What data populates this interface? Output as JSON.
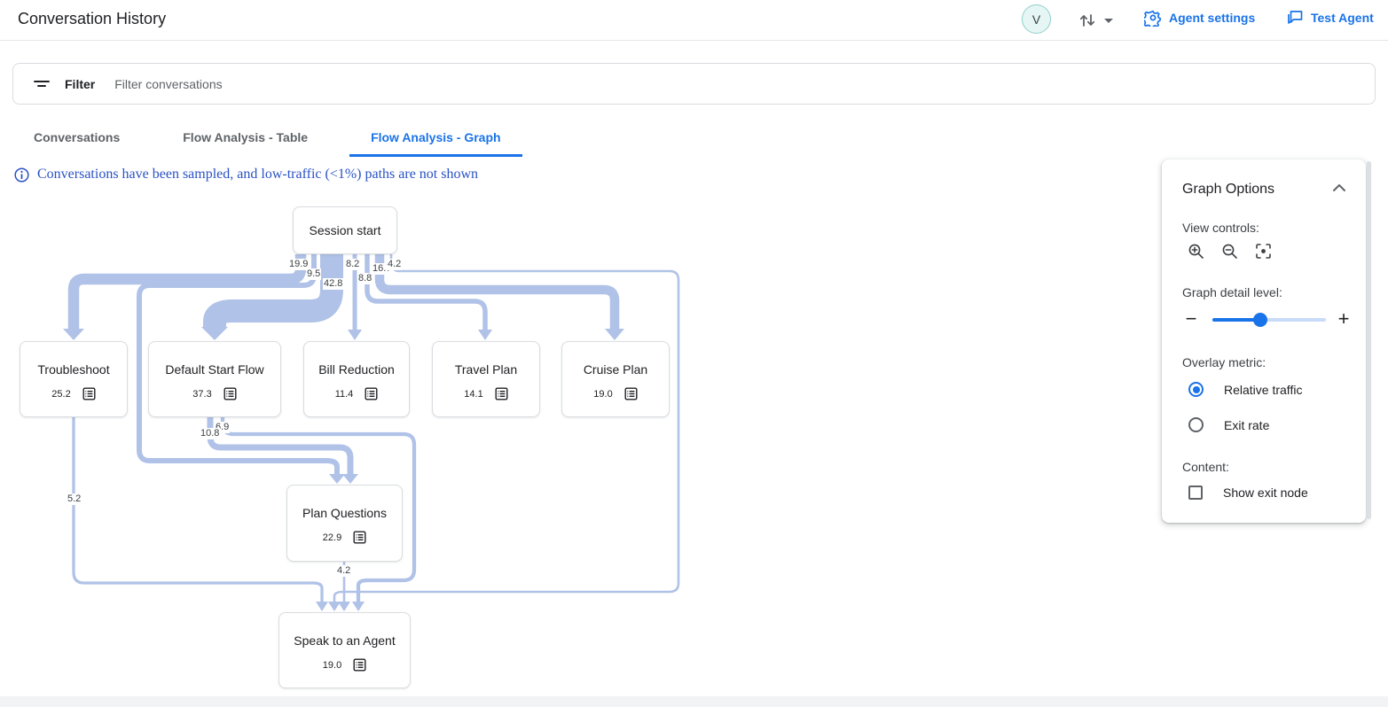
{
  "header": {
    "title": "Conversation History",
    "avatar_label": "V",
    "agent_settings_label": "Agent settings",
    "test_agent_label": "Test Agent"
  },
  "filter": {
    "label": "Filter",
    "placeholder": "Filter conversations"
  },
  "tabs": [
    {
      "label": "Conversations",
      "active": false
    },
    {
      "label": "Flow Analysis - Table",
      "active": false
    },
    {
      "label": "Flow Analysis - Graph",
      "active": true
    }
  ],
  "info_banner": "Conversations have been sampled, and low-traffic (<1%) paths are not shown",
  "flow_graph": {
    "type": "sankey-flow",
    "nodes": [
      {
        "id": "session-start",
        "label": "Session start",
        "value": null
      },
      {
        "id": "troubleshoot",
        "label": "Troubleshoot",
        "value": "25.2"
      },
      {
        "id": "default-start-flow",
        "label": "Default Start Flow",
        "value": "37.3"
      },
      {
        "id": "bill-reduction",
        "label": "Bill Reduction",
        "value": "11.4"
      },
      {
        "id": "travel-plan",
        "label": "Travel Plan",
        "value": "14.1"
      },
      {
        "id": "cruise-plan",
        "label": "Cruise Plan",
        "value": "19.0"
      },
      {
        "id": "plan-questions",
        "label": "Plan Questions",
        "value": "22.9"
      },
      {
        "id": "speak-to-agent",
        "label": "Speak to an Agent",
        "value": "19.0"
      }
    ],
    "edges": [
      {
        "from": "session-start",
        "to": "troubleshoot",
        "value": "19.9"
      },
      {
        "from": "session-start",
        "to": "plan-questions",
        "value": "9.5"
      },
      {
        "from": "session-start",
        "to": "default-start-flow",
        "value": "42.8"
      },
      {
        "from": "session-start",
        "to": "bill-reduction",
        "value": "8.2"
      },
      {
        "from": "session-start",
        "to": "travel-plan",
        "value": "8.8"
      },
      {
        "from": "session-start",
        "to": "cruise-plan",
        "value": "16.7"
      },
      {
        "from": "session-start",
        "to": "speak-to-agent",
        "value": "4.2"
      },
      {
        "from": "default-start-flow",
        "to": "speak-to-agent",
        "value": "6.9"
      },
      {
        "from": "default-start-flow",
        "to": "plan-questions",
        "value": "10.8"
      },
      {
        "from": "troubleshoot",
        "to": "speak-to-agent",
        "value": "5.2"
      },
      {
        "from": "plan-questions",
        "to": "speak-to-agent",
        "value": "4.2"
      }
    ]
  },
  "graph_options": {
    "title": "Graph Options",
    "view_controls_label": "View controls:",
    "detail_level_label": "Graph detail level:",
    "detail_slider_percent": 42,
    "overlay_metric_label": "Overlay metric:",
    "overlay_options": [
      {
        "label": "Relative traffic",
        "selected": true
      },
      {
        "label": "Exit rate",
        "selected": false
      }
    ],
    "content_label": "Content:",
    "show_exit_node_label": "Show exit node",
    "show_exit_node_checked": false
  },
  "colors": {
    "accent": "#1a73e8",
    "flow_band": "#b0c2e7",
    "info_text": "#2a52c4",
    "node_border": "#dadce0",
    "text_primary": "#202124",
    "text_secondary": "#5f6368"
  }
}
